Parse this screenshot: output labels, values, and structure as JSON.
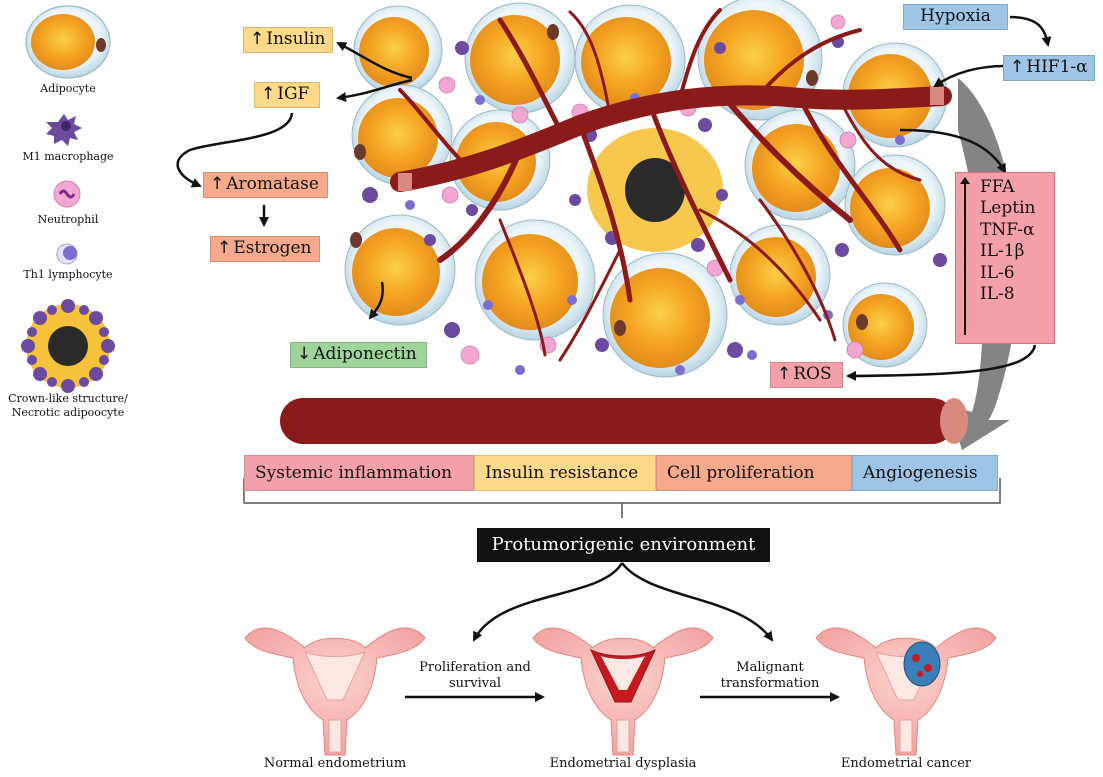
{
  "legend": {
    "adipocyte": "Adipocyte",
    "m1_macrophage": "M1 macrophage",
    "neutrophil": "Neutrophil",
    "th1_lymphocyte": "Th1 lymphocyte",
    "crown_like_line1": "Crown-like structure/",
    "crown_like_line2": "Necrotic adipoocyte"
  },
  "factors": {
    "insulin": "Insulin",
    "igf": "IGF",
    "aromatase": "Aromatase",
    "estrogen": "Estrogen",
    "adiponectin": "Adiponectin",
    "hypoxia": "Hypoxia",
    "hif1a": "HIF1-α",
    "ros": "ROS",
    "cytokines": [
      "FFA",
      "Leptin",
      "TNF-α",
      "IL-1β",
      "IL-6",
      "IL-8"
    ]
  },
  "outcomes": [
    {
      "label": "Systemic inflammation",
      "color": "#f4a0aa"
    },
    {
      "label": "Insulin resistance",
      "color": "#fdd98a"
    },
    {
      "label": "Cell proliferation",
      "color": "#f6a98b"
    },
    {
      "label": "Angiogenesis",
      "color": "#9ec4e6"
    }
  ],
  "environment": "Protumorigenic environment",
  "stages": {
    "normal": "Normal endometrium",
    "dysplasia": "Endometrial dysplasia",
    "cancer": "Endometrial cancer",
    "transition1_line1": "Proliferation and",
    "transition1_line2": "survival",
    "transition2_line1": "Malignant",
    "transition2_line2": "transformation"
  },
  "colors": {
    "vessel": "#8b1a1a",
    "adipocyte_fill": "#f5a623",
    "adipocyte_membrane": "#cfe6f0",
    "macrophage": "#6b4aa0",
    "neutrophil": "#f2a6d2",
    "lymphocyte": "#8f84d8",
    "uterus": "#f6b3b0",
    "yellow_box": "#fdd98a",
    "orange_box": "#f6a98b",
    "green_box": "#9fd49a",
    "blue_box": "#9ec4e6",
    "pink_box": "#f4a0aa"
  }
}
